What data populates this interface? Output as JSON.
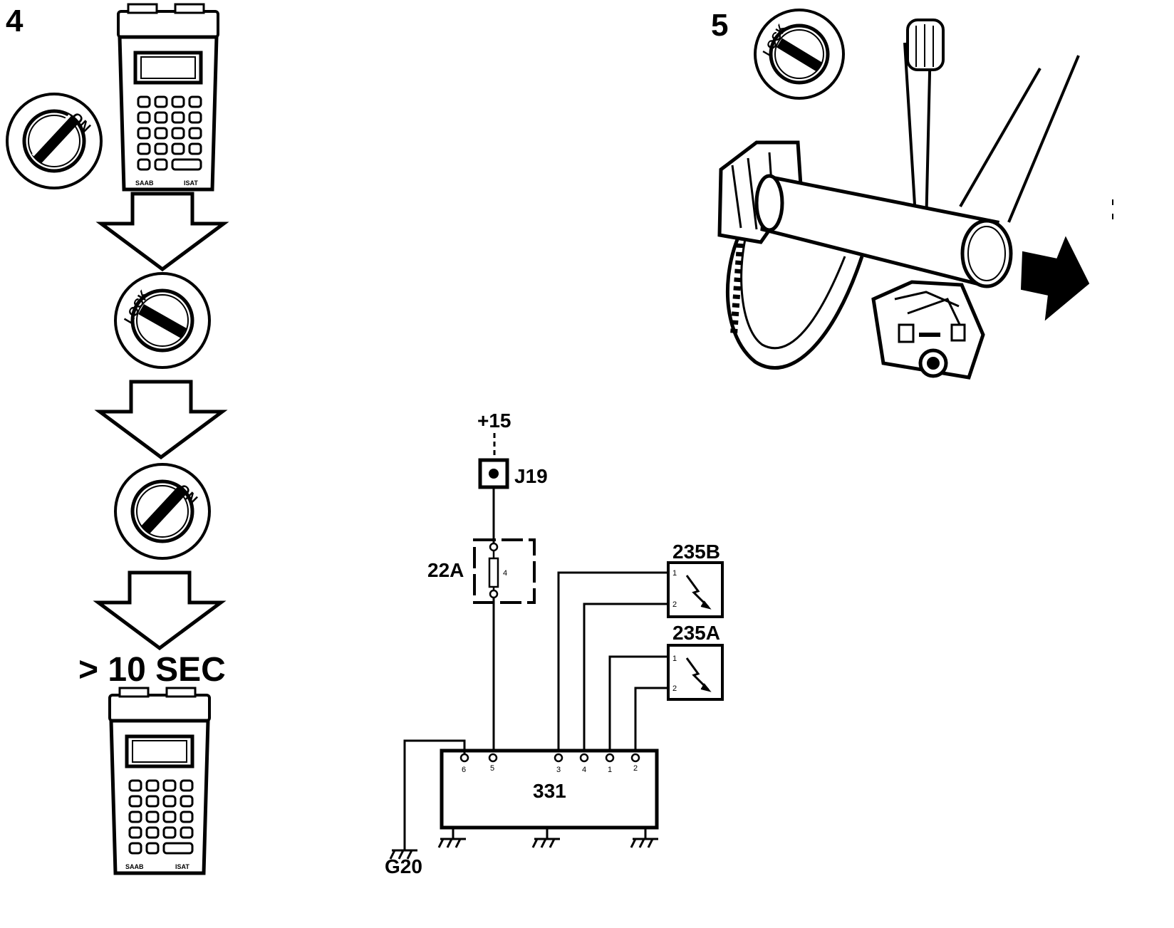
{
  "step4": {
    "number": "4",
    "ignition_on_label": "ON",
    "ignition_lock_label": "LOCK",
    "wait_label": "> 10 SEC"
  },
  "step5": {
    "number": "5",
    "ignition_lock_label": "LOCK"
  },
  "tester": {
    "brand_left": "SAAB",
    "brand_right": "ISAT"
  },
  "wiring": {
    "supply": "+15",
    "junction": "J19",
    "fuse": "22A",
    "fuse_number": "4",
    "control_module": "331",
    "ground": "G20",
    "sensor_b": "235B",
    "sensor_a": "235A",
    "sensor_pin_1": "1",
    "sensor_pin_2": "2",
    "module_pins": [
      "6",
      "5",
      "3",
      "4",
      "1",
      "2"
    ]
  },
  "colors": {
    "ink": "#000000",
    "paper": "#ffffff"
  }
}
